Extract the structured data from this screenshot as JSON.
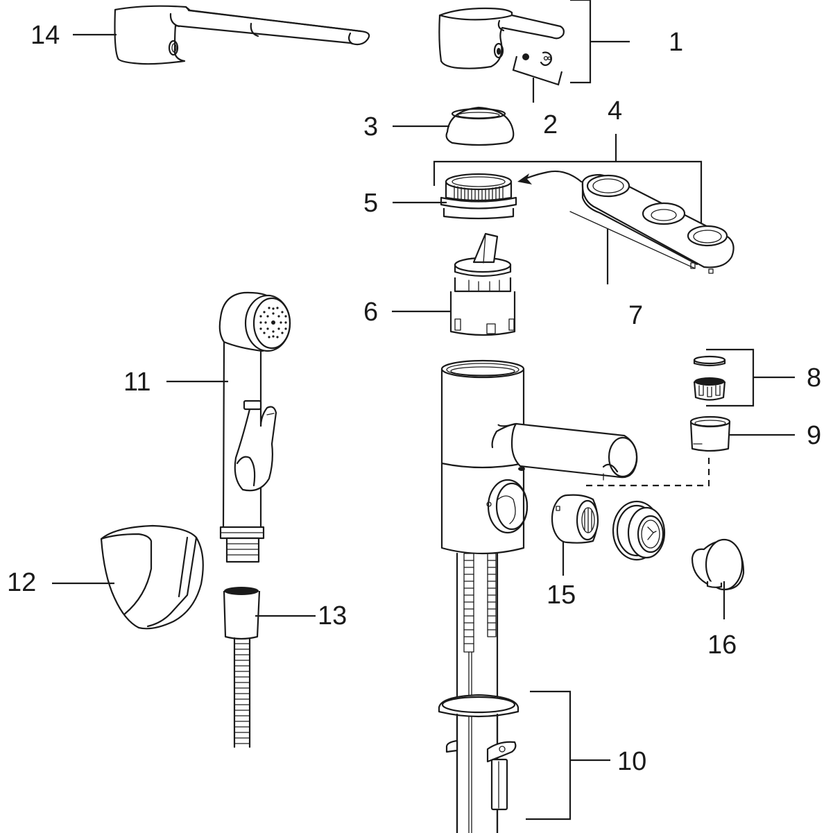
{
  "diagram": {
    "type": "exploded-parts-view",
    "subject": "bidet mixer faucet with hand shower",
    "line_color": "#1a1a1a",
    "background_color": "#ffffff",
    "callouts": [
      {
        "id": "1",
        "label": "1",
        "part": "lever handle assembly"
      },
      {
        "id": "2",
        "label": "2",
        "part": "handle screw and cap"
      },
      {
        "id": "3",
        "label": "3",
        "part": "dome cover"
      },
      {
        "id": "4",
        "label": "4",
        "part": "cartridge nut and wrench set"
      },
      {
        "id": "5",
        "label": "5",
        "part": "cartridge retaining nut"
      },
      {
        "id": "6",
        "label": "6",
        "part": "ceramic cartridge"
      },
      {
        "id": "7",
        "label": "7",
        "part": "service wrench"
      },
      {
        "id": "8",
        "label": "8",
        "part": "aerator insert and washer"
      },
      {
        "id": "9",
        "label": "9",
        "part": "aerator housing"
      },
      {
        "id": "10",
        "label": "10",
        "part": "mounting kit"
      },
      {
        "id": "11",
        "label": "11",
        "part": "hand shower"
      },
      {
        "id": "12",
        "label": "12",
        "part": "wall holder"
      },
      {
        "id": "13",
        "label": "13",
        "part": "shower hose"
      },
      {
        "id": "14",
        "label": "14",
        "part": "long lever handle"
      },
      {
        "id": "15",
        "label": "15",
        "part": "diverter"
      },
      {
        "id": "16",
        "label": "16",
        "part": "diverter cap"
      }
    ]
  }
}
